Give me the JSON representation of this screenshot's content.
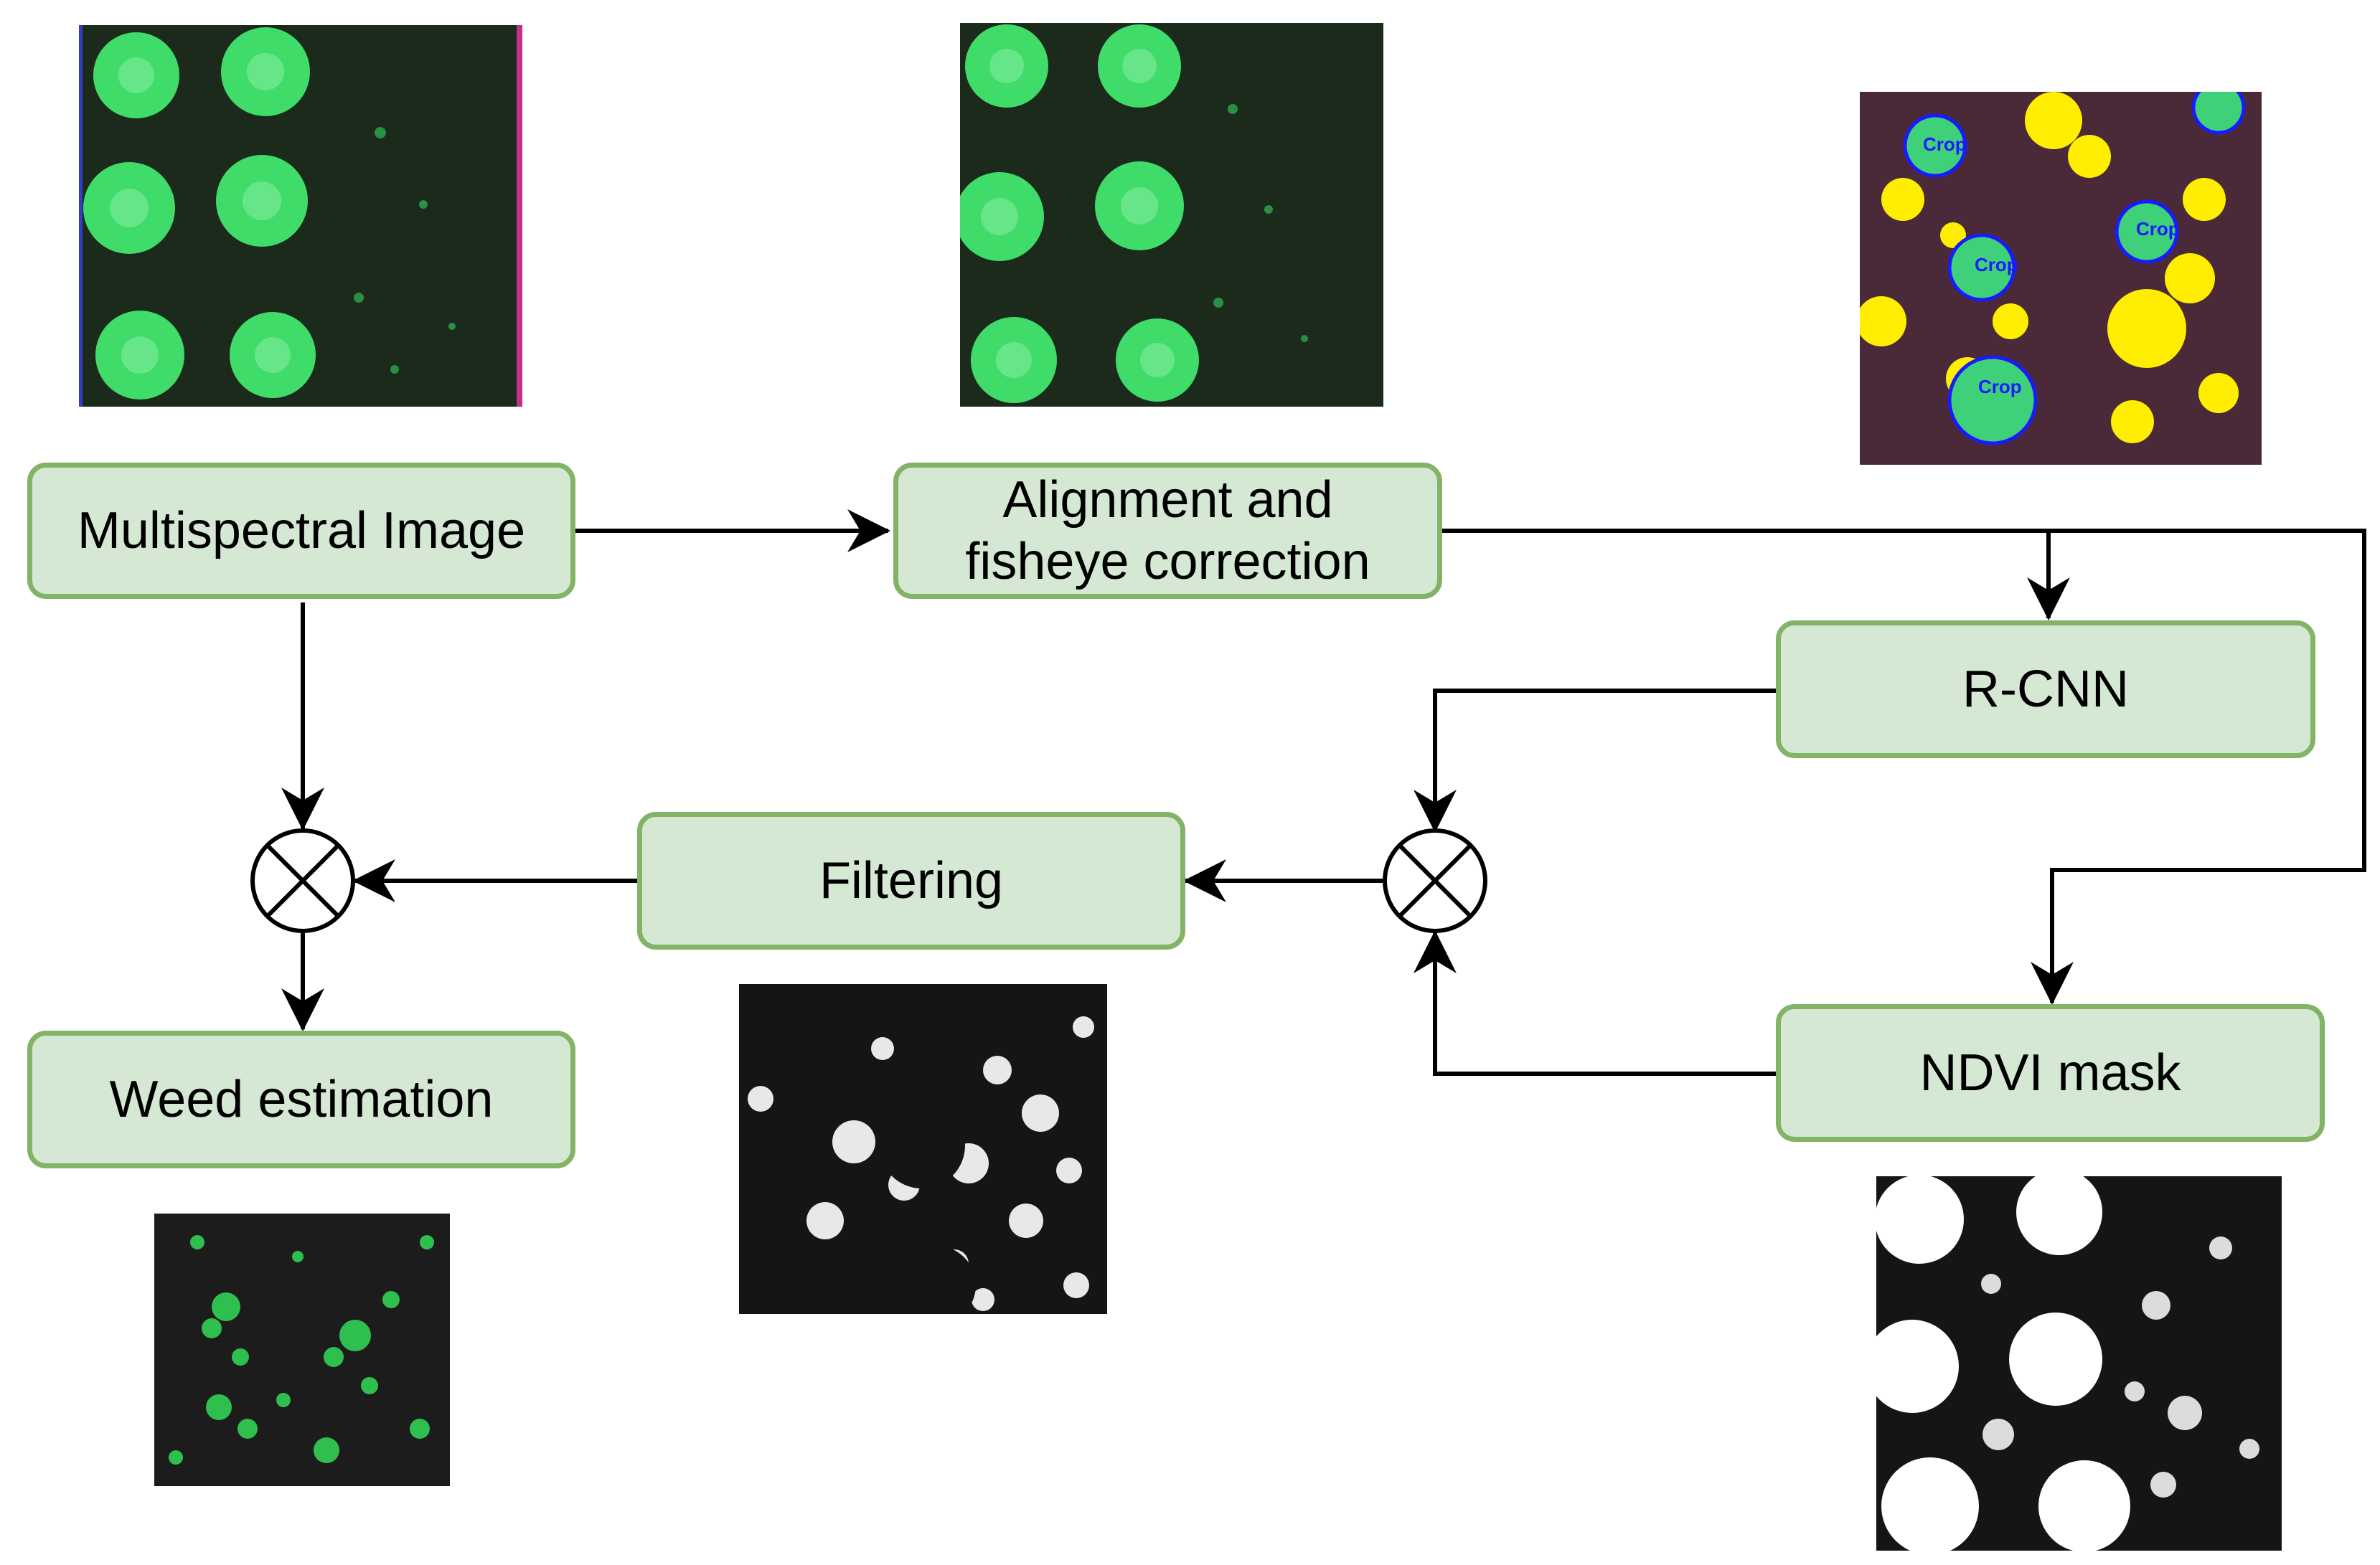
{
  "colors": {
    "node_fill": "#d5e8d4",
    "node_border": "#82b366",
    "edge": "#000000",
    "field_soil": "#1c2a1c",
    "plant_green": "#3fdc6a",
    "weed_yellow": "#ffee00",
    "crop_blue": "#1a1aff",
    "mask_black": "#151515",
    "mask_white": "#ffffff"
  },
  "nodes": {
    "multispectral": {
      "label": "Multispectral Image"
    },
    "alignment": {
      "label": "Alignment and\nfisheye correction"
    },
    "rcnn": {
      "label": "R-CNN"
    },
    "filtering": {
      "label": "Filtering"
    },
    "ndvi": {
      "label": "NDVI mask"
    },
    "weed": {
      "label": "Weed estimation"
    }
  },
  "images": {
    "multispectral_photo": {
      "icon": "field-photo-icon"
    },
    "aligned_photo": {
      "icon": "field-photo-icon"
    },
    "detection_photo": {
      "icon": "crop-detection-icon",
      "crop_label": "Crop"
    },
    "filtered_mask": {
      "icon": "binary-mask-icon"
    },
    "ndvi_mask": {
      "icon": "binary-mask-icon"
    },
    "weed_map": {
      "icon": "weed-map-icon"
    }
  },
  "operators": {
    "combine_left": {
      "icon": "multiply-circle-icon"
    },
    "combine_right": {
      "icon": "multiply-circle-icon"
    }
  }
}
